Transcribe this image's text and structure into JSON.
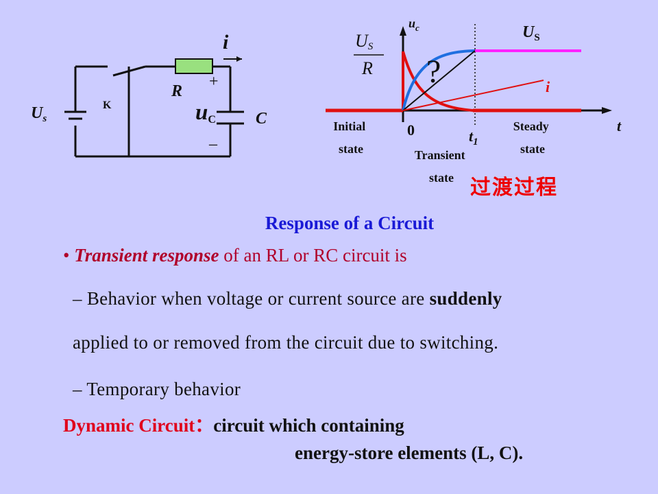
{
  "circuit": {
    "source_label": "U",
    "source_sub": "s",
    "switch_label": "K",
    "resistor_label": "R",
    "current_label": "i",
    "plus_sign": "+",
    "minus_sign": "–",
    "cap_voltage_label": "u",
    "cap_voltage_sub": "C",
    "capacitor_label": "C"
  },
  "graph": {
    "y_axis_label": "u",
    "y_axis_sub": "c",
    "x_axis_label": "t",
    "origin_label": "0",
    "t1_label": "t",
    "t1_sub": "1",
    "us_label": "U",
    "us_sub": "S",
    "i_label": "i",
    "question_mark": "?",
    "frac_num": "U",
    "frac_num_sub": "S",
    "frac_den": "R",
    "initial_state": [
      "Initial",
      "state"
    ],
    "transient_state": [
      "Transient",
      "state"
    ],
    "steady_state": [
      "Steady",
      "state"
    ],
    "chinese_label": "过渡过程",
    "colors": {
      "uc_curve": "#1f6fe0",
      "us_line": "#ff22ff",
      "current": "#e01010",
      "axes": "#111111",
      "transient_box": "#111111",
      "t1_line": "#111111"
    }
  },
  "text": {
    "heading": "Response of a Circuit",
    "bullet_char": "•",
    "bullet_em": "Transient response",
    "bullet_rest": " of an RL or RC circuit is",
    "sub1_pre": "– Behavior when voltage or current source are ",
    "sub1_bold": "suddenly",
    "sub2": "applied to or removed from the circuit due to switching.",
    "sub3": "– Temporary behavior",
    "def_term": "Dynamic Circuit：",
    "def_desc": "circuit which containing",
    "def_line2": "energy-store elements (L, C)."
  }
}
